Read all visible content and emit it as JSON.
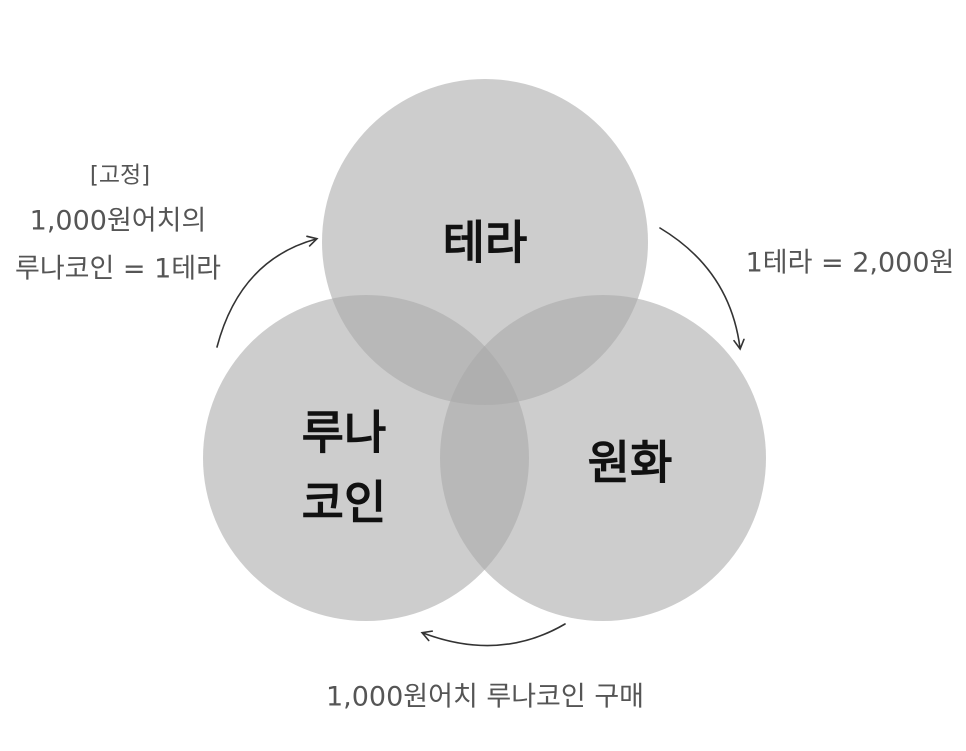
{
  "circles": {
    "terra": {
      "label": "테라"
    },
    "luna": {
      "label_line1": "루나",
      "label_line2": "코인"
    },
    "won": {
      "label": "원화"
    }
  },
  "annotations": {
    "left": {
      "line1": "[고정]",
      "line2": "1,000원어치의",
      "line3": "루나코인 = 1테라"
    },
    "right": {
      "text": "1테라 = 2,000원"
    },
    "bottom": {
      "text": "1,000원어치 루나코인 구매"
    }
  },
  "colors": {
    "circle_fill": "#a9a9a9",
    "text_dark": "#111111",
    "text_annotation": "#555555",
    "arrow": "#333333"
  }
}
